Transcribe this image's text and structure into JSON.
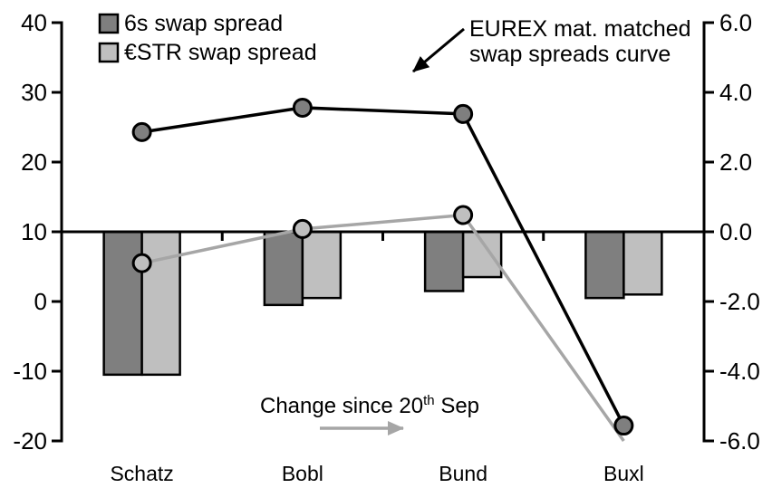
{
  "colors": {
    "black": "#000000",
    "dark_gray": "#7f7f7f",
    "light_gray": "#bfbfbf",
    "line_gray": "#a6a6a6",
    "background": "#ffffff"
  },
  "legend": [
    {
      "label": "6s swap spread",
      "swatch": "dark_gray"
    },
    {
      "label": "€STR swap spread",
      "swatch": "light_gray"
    }
  ],
  "annotations": {
    "eurex": {
      "line1": "EUREX mat. matched",
      "line2": "swap spreads curve"
    },
    "change": {
      "prefix": "Change since 20",
      "superscript": "th",
      "suffix": " Sep"
    }
  },
  "chart_data": {
    "type": "combo-bar-line",
    "categories": [
      "Schatz",
      "Bobl",
      "Bund",
      "Buxl"
    ],
    "left_axis": {
      "ticks": [
        "40",
        "30",
        "20",
        "10",
        "0",
        "-10",
        "-20"
      ],
      "min": -20,
      "max": 40
    },
    "right_axis": {
      "ticks": [
        "6.0",
        "4.0",
        "2.0",
        "0.0",
        "-2.0",
        "-4.0",
        "-6.0"
      ],
      "min": -6.0,
      "max": 6.0
    },
    "bar_baseline": {
      "left_axis_value": 10,
      "right_axis_value": 0.0
    },
    "bar_series": [
      {
        "name": "6s swap spread",
        "axis": "right",
        "fill": "dark_gray",
        "values": [
          -4.1,
          -2.1,
          -1.7,
          -1.9
        ]
      },
      {
        "name": "€STR swap spread",
        "axis": "right",
        "fill": "light_gray",
        "values": [
          -4.1,
          -1.9,
          -1.3,
          -1.8
        ]
      }
    ],
    "line_series": [
      {
        "name": "€STR swap spread",
        "axis": "left",
        "stroke": "line_gray",
        "marker_fill": "light_gray",
        "values": [
          5.5,
          10.4,
          12.4,
          -20.0
        ],
        "markers": [
          true,
          true,
          true,
          false
        ]
      },
      {
        "name": "6s swap spread",
        "axis": "left",
        "stroke": "black",
        "marker_fill": "dark_gray",
        "values": [
          24.3,
          27.8,
          26.9,
          -17.8
        ],
        "markers": [
          true,
          true,
          true,
          true
        ]
      }
    ],
    "grid": "off",
    "legend_position": "top-left"
  }
}
